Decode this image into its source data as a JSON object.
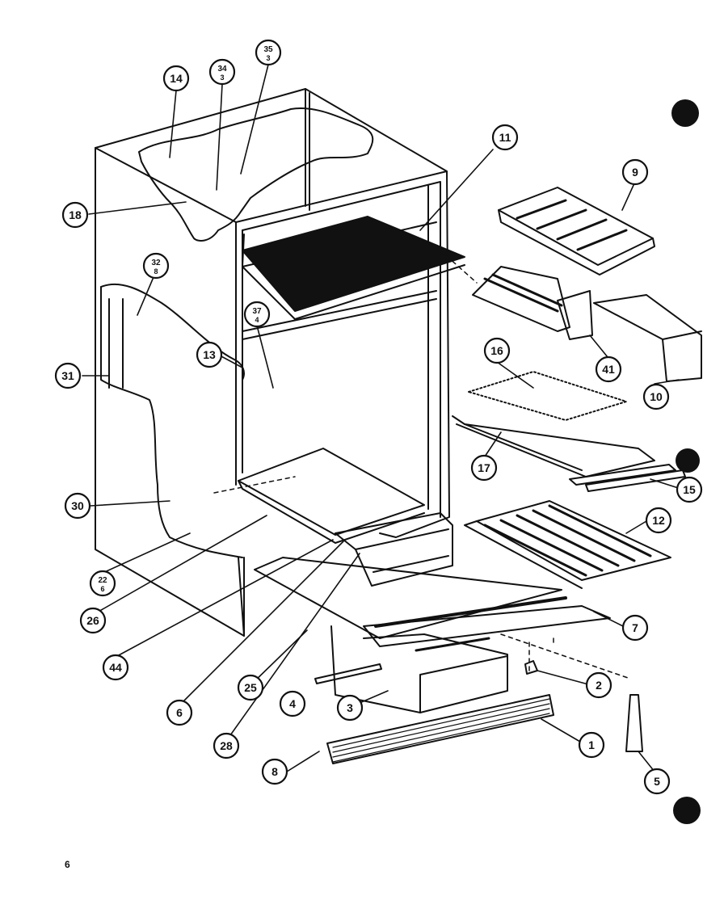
{
  "figure": {
    "page_number": "6"
  },
  "callouts": [
    {
      "id": "c14",
      "text": "14"
    },
    {
      "id": "c34",
      "text": "34",
      "sub": "3"
    },
    {
      "id": "c35",
      "text": "35",
      "sub": "3"
    },
    {
      "id": "c11",
      "text": "11"
    },
    {
      "id": "c9",
      "text": "9"
    },
    {
      "id": "c18",
      "text": "18"
    },
    {
      "id": "c32",
      "text": "32",
      "sub": "8"
    },
    {
      "id": "c37",
      "text": "37",
      "sub": "4"
    },
    {
      "id": "c13",
      "text": "13"
    },
    {
      "id": "c31",
      "text": "31"
    },
    {
      "id": "c16",
      "text": "16"
    },
    {
      "id": "c41",
      "text": "41"
    },
    {
      "id": "c10",
      "text": "10"
    },
    {
      "id": "c17",
      "text": "17"
    },
    {
      "id": "c15",
      "text": "15"
    },
    {
      "id": "c30",
      "text": "30"
    },
    {
      "id": "c12",
      "text": "12"
    },
    {
      "id": "c22",
      "text": "22",
      "sub": "6"
    },
    {
      "id": "c26",
      "text": "26"
    },
    {
      "id": "c7",
      "text": "7"
    },
    {
      "id": "c44",
      "text": "44"
    },
    {
      "id": "c2",
      "text": "2"
    },
    {
      "id": "c25",
      "text": "25"
    },
    {
      "id": "c6",
      "text": "6"
    },
    {
      "id": "c4",
      "text": "4"
    },
    {
      "id": "c3",
      "text": "3"
    },
    {
      "id": "c28",
      "text": "28"
    },
    {
      "id": "c1",
      "text": "1"
    },
    {
      "id": "c8",
      "text": "8"
    },
    {
      "id": "c5",
      "text": "5"
    }
  ]
}
